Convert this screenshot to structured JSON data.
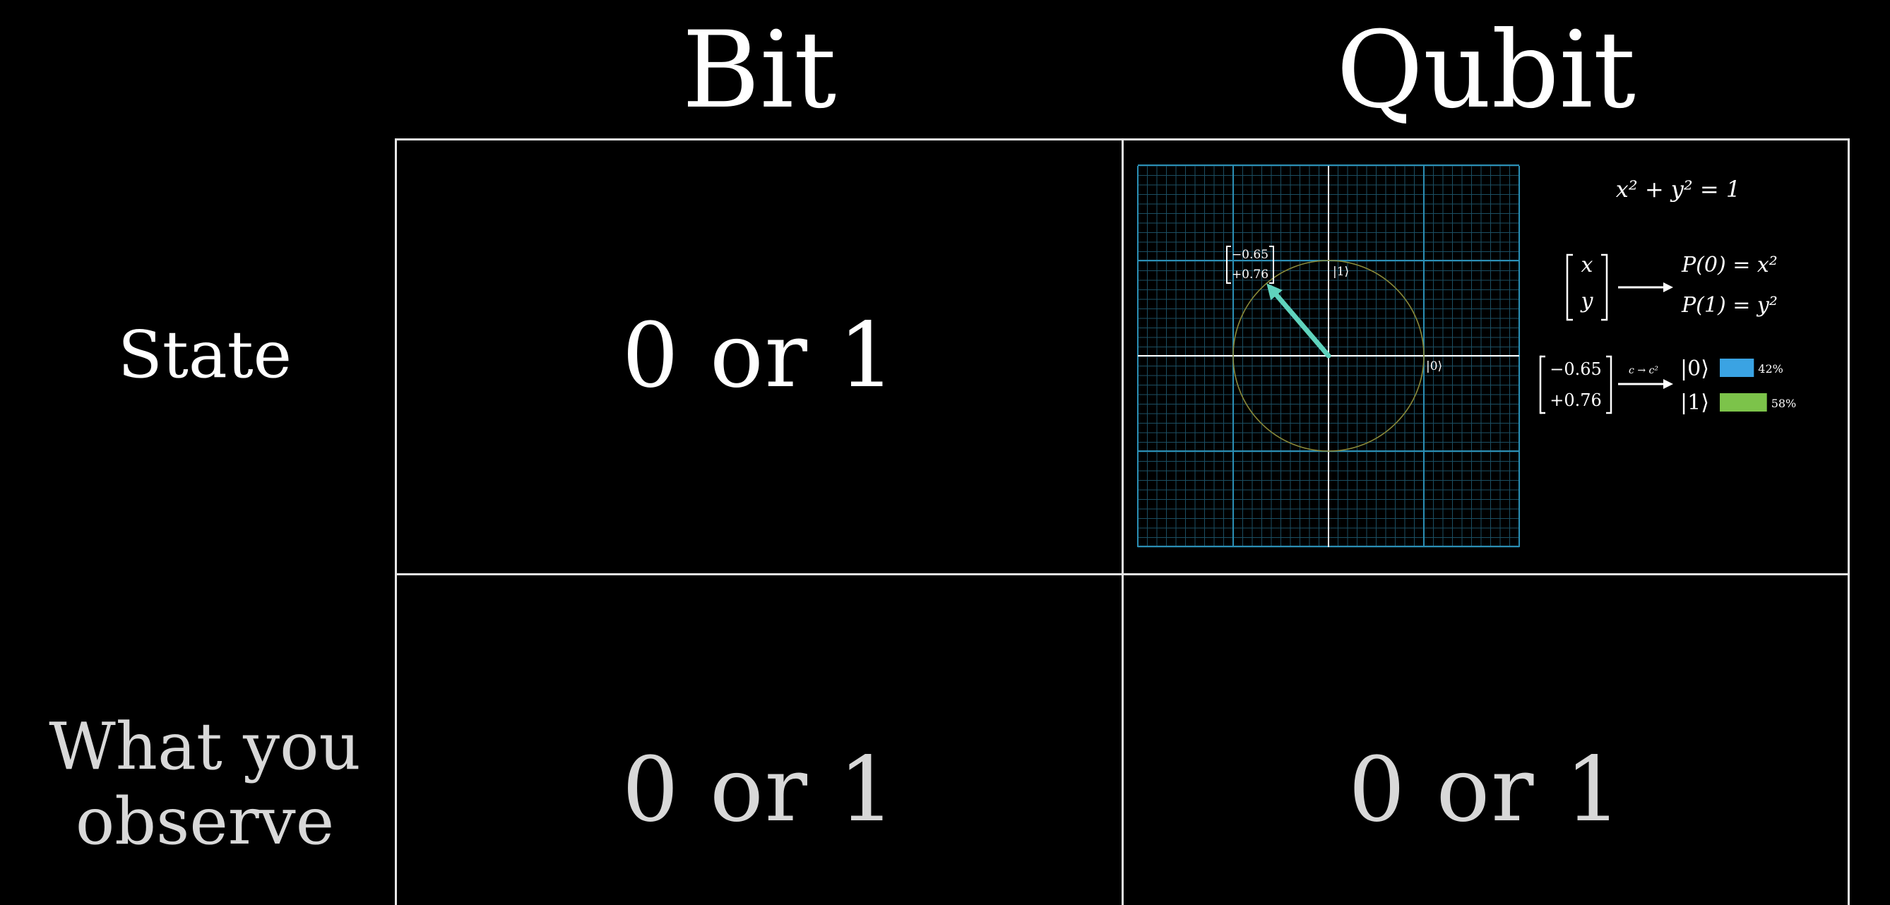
{
  "table": {
    "col_headers": [
      "Bit",
      "Qubit"
    ],
    "row_labels": {
      "state": "State",
      "observe_line1": "What you",
      "observe_line2": "observe"
    },
    "cells": {
      "bit_state": "0 or 1",
      "bit_observe": "0 or 1",
      "qubit_observe": "0 or 1"
    }
  },
  "qubit_state": {
    "vector_label": {
      "x": "−0.65",
      "y": "+0.76"
    },
    "basis_up": "|1⟩",
    "basis_right": "|0⟩",
    "vector": {
      "x": -0.65,
      "y": 0.76
    },
    "unit_circle_eq": "x² + y² = 1",
    "general_vector": {
      "top": "x",
      "bottom": "y"
    },
    "prob_0": "P(0) = x²",
    "prob_1": "P(1) = y²",
    "example_vector": {
      "top": "−0.65",
      "bottom": "+0.76"
    },
    "map_label": "c → c²",
    "outcomes": [
      {
        "ket": "|0⟩",
        "percent_label": "42%",
        "fraction": 0.42,
        "color": "#3aa3e3"
      },
      {
        "ket": "|1⟩",
        "percent_label": "58%",
        "fraction": 0.58,
        "color": "#7cc34a"
      }
    ],
    "colors": {
      "grid_major": "#2b8fb5",
      "grid_minor": "#1b4f63",
      "axes": "#ffffff",
      "circle": "#8a8a3a",
      "arrow": "#5fd3bd"
    }
  }
}
